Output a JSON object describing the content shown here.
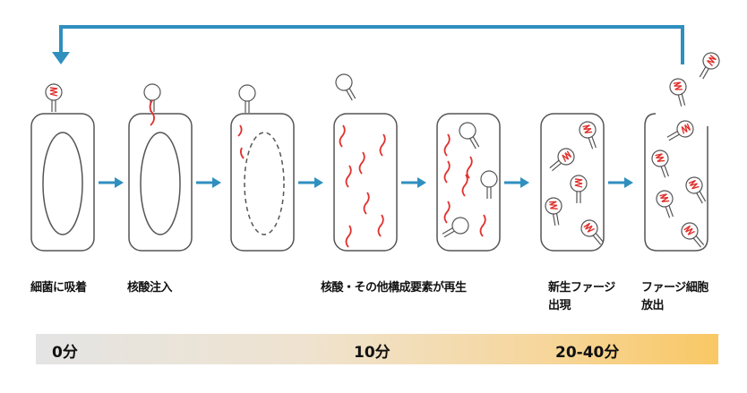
{
  "steps": [
    {
      "label": "細菌に吸着"
    },
    {
      "label": "核酸注入"
    },
    {
      "label": "核酸・その他構成要素が再生"
    },
    {
      "label_line1": "新生ファージ",
      "label_line2": "出現"
    },
    {
      "label_line1": "ファージ細胞",
      "label_line2": "放出"
    }
  ],
  "timeline": [
    "0分",
    "10分",
    "20-40分"
  ],
  "colors": {
    "arrow": "#2f8fbf",
    "dna": "#e0322e",
    "outline": "#555555"
  }
}
